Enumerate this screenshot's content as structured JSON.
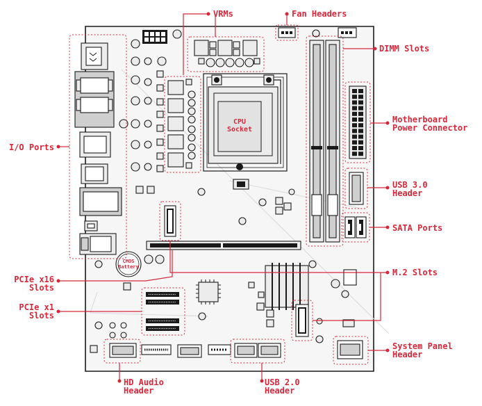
{
  "labels": {
    "vrms": "VRMs",
    "fan_headers": "Fan Headers",
    "dimm_slots": "DIMM Slots",
    "power_connector_line1": "Motherboard",
    "power_connector_line2": "Power Connector",
    "usb30_line1": "USB 3.0",
    "usb30_line2": "Header",
    "sata_ports": "SATA Ports",
    "m2_slots": "M.2 Slots",
    "system_panel_line1": "System Panel",
    "system_panel_line2": "Header",
    "usb20_line1": "USB 2.0",
    "usb20_line2": "Header",
    "hd_audio_line1": "HD Audio",
    "hd_audio_line2": "Header",
    "pcie_x1_line1": "PCIe x1",
    "pcie_x1_line2": "Slots",
    "pcie_x16_line1": "PCIe x16",
    "pcie_x16_line2": "Slots",
    "io_ports": "I/O Ports",
    "cpu_line1": "CPU",
    "cpu_line2": "Socket",
    "cmos_line1": "CMOS",
    "cmos_line2": "Battery"
  },
  "colors": {
    "accent": "#d6283a",
    "outline": "#1a1a1a",
    "board": "#f4f4f4",
    "component": "#d9d9d9"
  }
}
